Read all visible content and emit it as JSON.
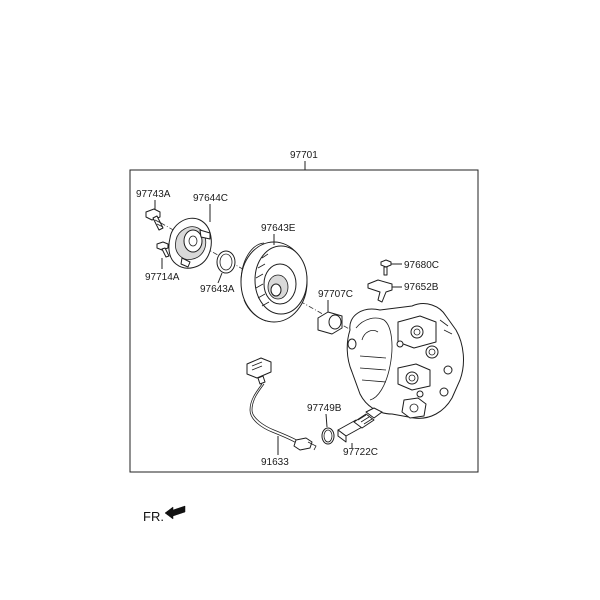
{
  "diagram": {
    "assembly_number": "97701",
    "parts": [
      {
        "id": "p_97743A",
        "label": "97743A"
      },
      {
        "id": "p_97644C",
        "label": "97644C"
      },
      {
        "id": "p_97643E",
        "label": "97643E"
      },
      {
        "id": "p_97714A",
        "label": "97714A"
      },
      {
        "id": "p_97643A",
        "label": "97643A"
      },
      {
        "id": "p_97680C",
        "label": "97680C"
      },
      {
        "id": "p_97707C",
        "label": "97707C"
      },
      {
        "id": "p_97652B",
        "label": "97652B"
      },
      {
        "id": "p_97749B",
        "label": "97749B"
      },
      {
        "id": "p_91633",
        "label": "91633"
      },
      {
        "id": "p_97722C",
        "label": "97722C"
      }
    ],
    "front_indicator": "FR."
  }
}
